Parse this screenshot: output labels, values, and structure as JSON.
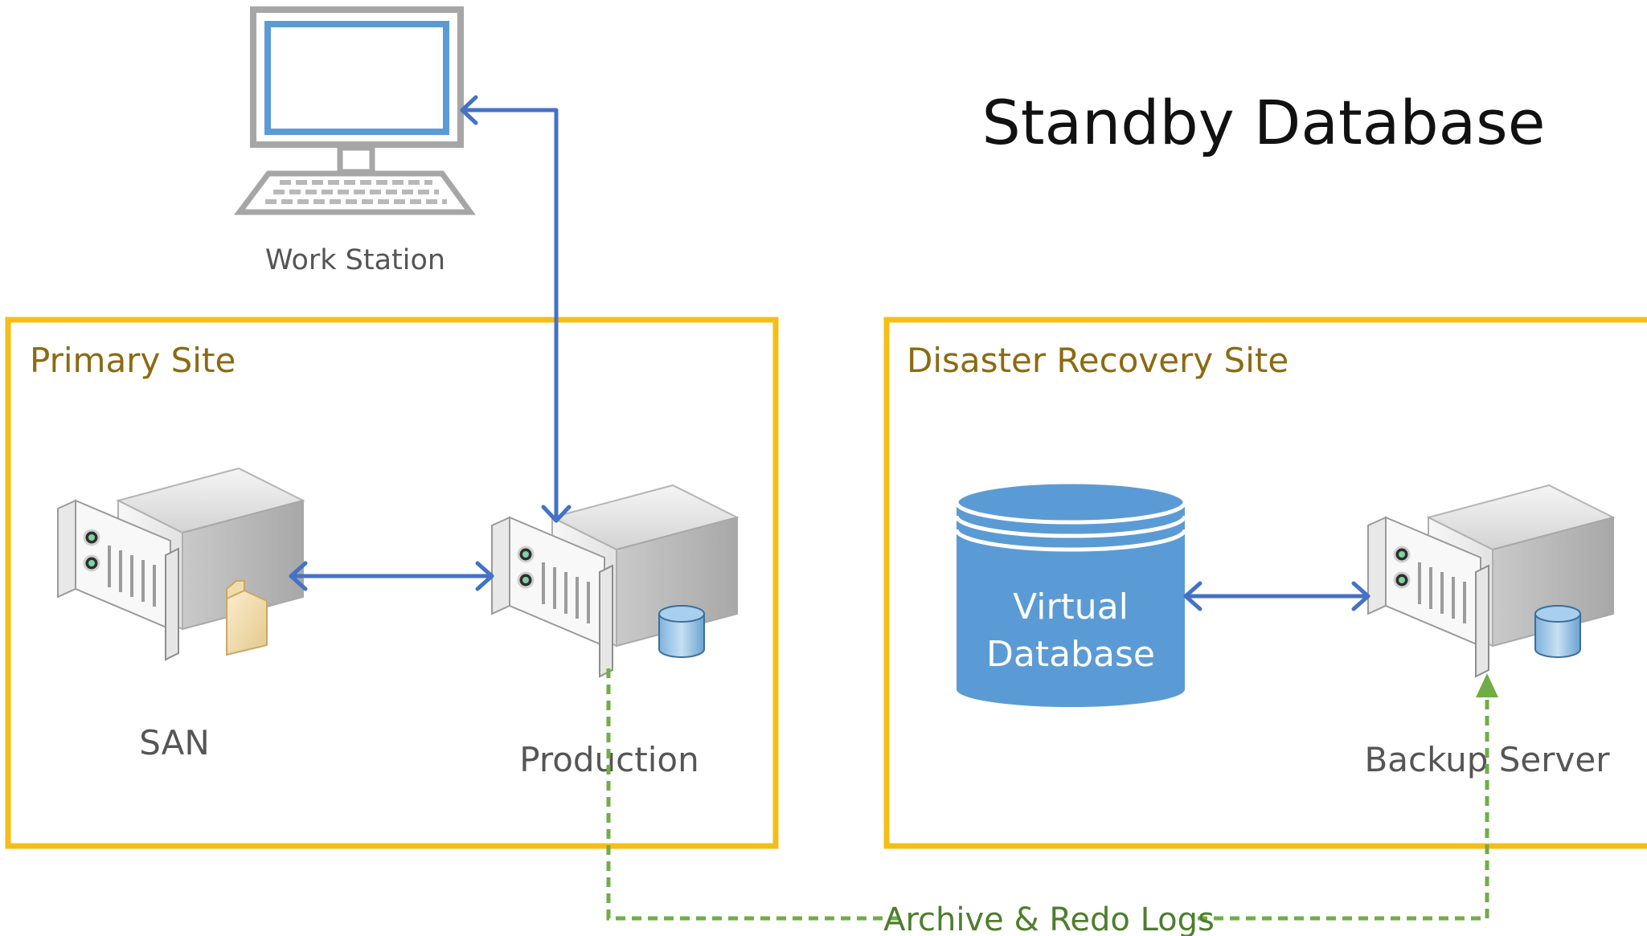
{
  "title": "Standby Database",
  "colors": {
    "site_border": "#F5BE16",
    "site_label": "#8C6A10",
    "arrow_blue": "#4472C4",
    "arrow_green": "#70AD47",
    "link_label": "#4E7E2C",
    "database_fill": "#5B9BD5",
    "monitor_screen": "#5B9BD5"
  },
  "nodes": {
    "workstation": {
      "label": "Work Station",
      "icon": "desktop-computer-icon"
    },
    "san": {
      "label": "SAN",
      "icon": "server-with-folder-icon"
    },
    "production": {
      "label": "Production",
      "icon": "server-with-database-icon"
    },
    "virtual_database": {
      "label_line1": "Virtual",
      "label_line2": "Database",
      "icon": "database-cylinder-icon"
    },
    "backup_server": {
      "label": "Backup Server",
      "icon": "server-with-database-icon"
    }
  },
  "sites": {
    "primary": {
      "label": "Primary Site"
    },
    "dr": {
      "label": "Disaster Recovery Site"
    }
  },
  "links": {
    "archive_redo": {
      "label": "Archive & Redo Logs",
      "style": "dashed"
    }
  }
}
